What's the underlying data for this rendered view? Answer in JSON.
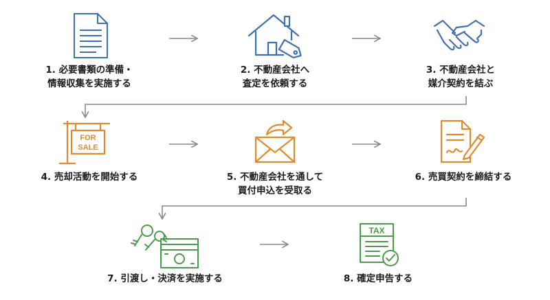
{
  "steps": [
    {
      "line1": "1. 必要書類の準備・",
      "line2": "情報収集を実施する",
      "icon": "document-icon",
      "color": "#3d6fb5"
    },
    {
      "line1": "2. 不動産会社へ",
      "line2": "査定を依頼する",
      "icon": "house-tag-icon",
      "color": "#3d6fb5"
    },
    {
      "line1": "3. 不動産会社と",
      "line2": "媒介契約を結ぶ",
      "icon": "handshake-icon",
      "color": "#3d6fb5"
    },
    {
      "line1": "4. 売却活動を開始する",
      "line2": "",
      "icon": "for-sale-sign-icon",
      "color": "#e08a2c"
    },
    {
      "line1": "5. 不動産会社を通して",
      "line2": "買付申込を受取る",
      "icon": "envelope-icon",
      "color": "#e08a2c"
    },
    {
      "line1": "6. 売買契約を締結する",
      "line2": "",
      "icon": "contract-signing-icon",
      "color": "#e08a2c"
    },
    {
      "line1": "7. 引渡し・決済を実施する",
      "line2": "",
      "icon": "keys-money-icon",
      "color": "#4a9a4a"
    },
    {
      "line1": "8. 確定申告する",
      "line2": "",
      "icon": "tax-form-icon",
      "color": "#4a9a4a"
    }
  ],
  "icon_text": {
    "for_sale_top": "FOR",
    "for_sale_bottom": "SALE",
    "tax": "TAX"
  },
  "colors": {
    "blue": "#3d6fb5",
    "orange": "#e08a2c",
    "green": "#4a9a4a",
    "arrow": "#888888",
    "text": "#1a1a1a"
  }
}
